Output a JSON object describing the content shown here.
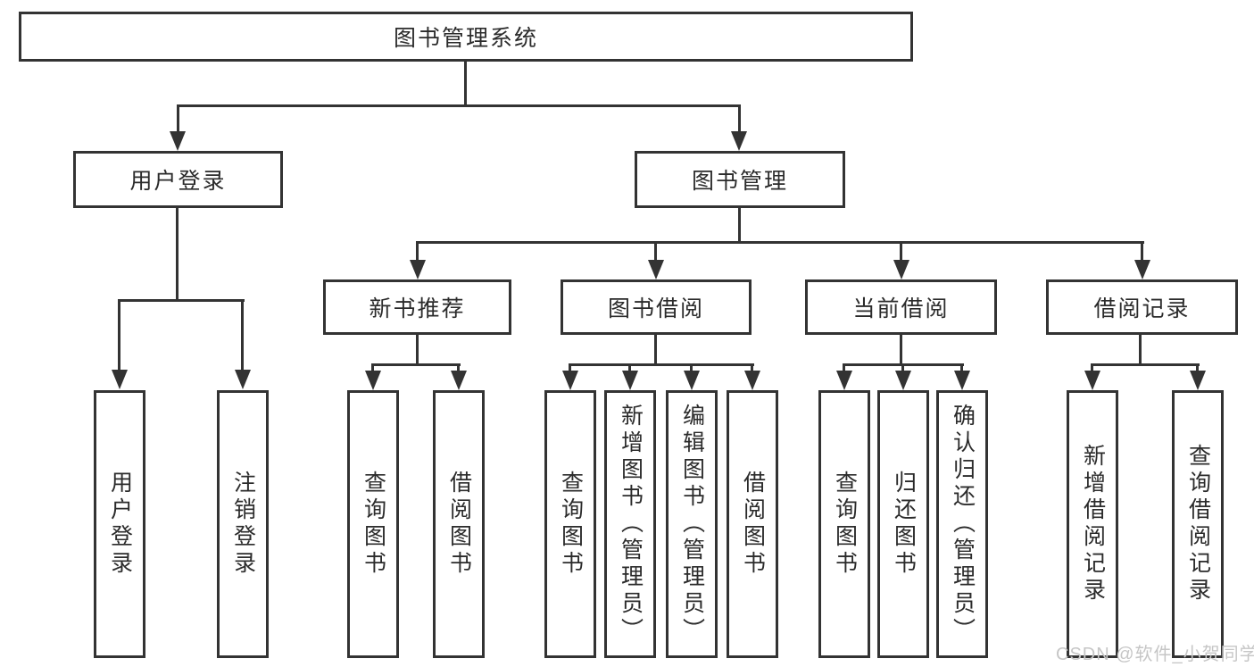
{
  "tree": {
    "root": {
      "label": "图书管理系统"
    },
    "children": [
      {
        "label": "用户登录",
        "children": [
          {
            "label": "用户登录"
          },
          {
            "label": "注销登录"
          }
        ]
      },
      {
        "label": "图书管理",
        "children": [
          {
            "label": "新书推荐",
            "children": [
              {
                "label": "查询图书"
              },
              {
                "label": "借阅图书"
              }
            ]
          },
          {
            "label": "图书借阅",
            "children": [
              {
                "label": "查询图书"
              },
              {
                "label": "新增图书（管理员）"
              },
              {
                "label": "编辑图书（管理员）"
              },
              {
                "label": "借阅图书"
              }
            ]
          },
          {
            "label": "当前借阅",
            "children": [
              {
                "label": "查询图书"
              },
              {
                "label": "归还图书"
              },
              {
                "label": "确认归还（管理员）"
              }
            ]
          },
          {
            "label": "借阅记录",
            "children": [
              {
                "label": "新增借阅记录"
              },
              {
                "label": "查询借阅记录"
              }
            ]
          }
        ]
      }
    ]
  },
  "watermark": "CSDN @软件_小贺同学",
  "colors": {
    "line": "#333333",
    "text": "#2b2b2b",
    "watermark": "#c6c6c6",
    "background": "#ffffff"
  }
}
